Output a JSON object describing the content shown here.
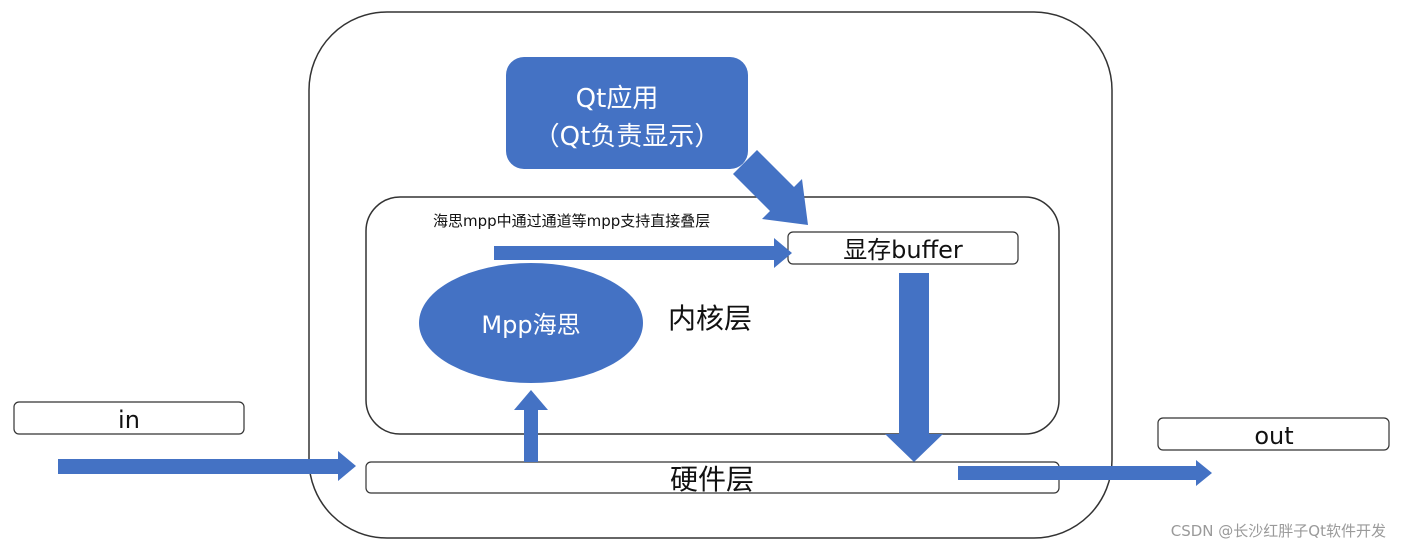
{
  "colors": {
    "accent": "#4472C4",
    "stroke": "#333333",
    "background": "#ffffff"
  },
  "labels": {
    "qt_app_line1": "Qt应用",
    "qt_app_line2": "（Qt负责显示）",
    "mpp_overlay_note": "海思mpp中通过通道等mpp支持直接叠层",
    "framebuffer": "显存buffer",
    "mpp_hisi": "Mpp海思",
    "kernel_layer": "内核层",
    "hardware_layer": "硬件层",
    "input": "in",
    "output": "out",
    "watermark": "CSDN @长沙红胖子Qt软件开发"
  }
}
